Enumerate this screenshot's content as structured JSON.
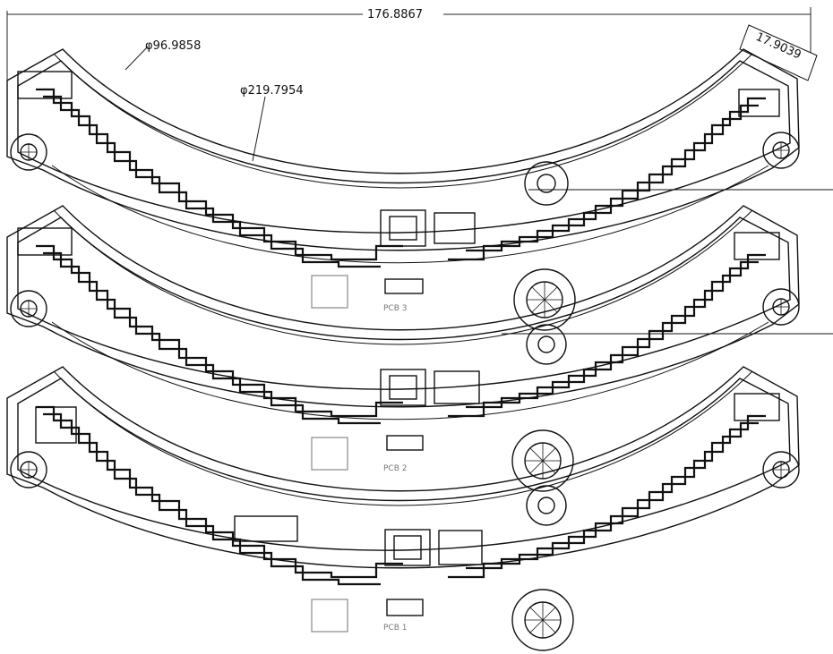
{
  "dimensions": {
    "overall_width": "176.8867",
    "small_radius_label": "φ96.9858",
    "large_radius_label": "φ219.7954",
    "corner_dimension": "17.9039"
  },
  "boards": [
    {
      "label": "PCB 3"
    },
    {
      "label": "PCB 2"
    },
    {
      "label": "PCB 1"
    }
  ],
  "colors": {
    "line": "#111111",
    "background": "#ffffff",
    "pad_fill": "#ffffff",
    "dim_line": "#222222"
  }
}
